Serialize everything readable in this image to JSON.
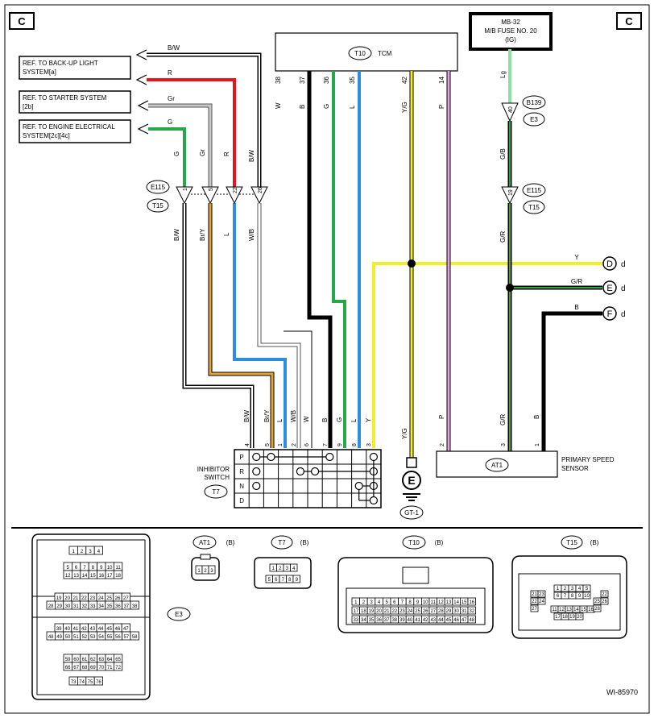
{
  "corner_label": "C",
  "fuse": {
    "line1": "MB-32",
    "line2": "M/B FUSE NO. 20",
    "line3": "(IG)"
  },
  "tcm": {
    "connector": "T10",
    "label": "TCM"
  },
  "ref_boxes": [
    {
      "line1": "REF. TO BACK-UP LIGHT",
      "line2": "SYSTEM[a]"
    },
    {
      "line1": "REF. TO STARTER SYSTEM",
      "line2": "[2b]"
    },
    {
      "line1": "REF. TO ENGINE ELECTRICAL",
      "line2": "SYSTEM[2c][4c]"
    }
  ],
  "ref_wire_colors": [
    "B/W",
    "R",
    "Gr",
    "G"
  ],
  "tcm_pins": [
    {
      "num": "38",
      "color": "W"
    },
    {
      "num": "37",
      "color": "B"
    },
    {
      "num": "36",
      "color": "G"
    },
    {
      "num": "35",
      "color": "L"
    },
    {
      "num": "42",
      "color": "Y/G"
    },
    {
      "num": "14",
      "color": "P"
    }
  ],
  "e115_left": {
    "top": "E115",
    "bottom": "T15",
    "pins": [
      "1",
      "5",
      "22",
      "26"
    ],
    "upper_colors": [
      "G",
      "Gr",
      "R",
      "B/W"
    ],
    "lower_colors": [
      "B/W",
      "Br/Y",
      "L",
      "W/B"
    ]
  },
  "b139": {
    "top": "B139",
    "bottom": "E3",
    "pin": "40",
    "color_above": "Lg",
    "color_below": "G/B"
  },
  "e115_right": {
    "top": "E115",
    "bottom": "T15",
    "pin": "19",
    "color_below": "G/R"
  },
  "offpage": [
    {
      "letter": "D",
      "suffix": "d",
      "color": "Y"
    },
    {
      "letter": "E",
      "suffix": "d",
      "color": "G/R"
    },
    {
      "letter": "F",
      "suffix": "d",
      "color": "B"
    }
  ],
  "inhibitor": {
    "name_line1": "INHIBITOR",
    "name_line2": "SWITCH",
    "connector": "T7",
    "pins": [
      "4",
      "5",
      "1",
      "2",
      "6",
      "7",
      "9",
      "8",
      "3"
    ],
    "colors": [
      "B/W",
      "Br/Y",
      "L",
      "W/B",
      "W",
      "B",
      "G",
      "L",
      "Y"
    ],
    "rows": [
      "P",
      "R",
      "N",
      "D"
    ]
  },
  "ground": {
    "symbol": "E",
    "wire": "Y/G",
    "label": "GT-1"
  },
  "speed_sensor": {
    "connector": "AT1",
    "name_line1": "PRIMARY SPEED",
    "name_line2": "SENSOR",
    "pins": [
      "2",
      "3",
      "1"
    ],
    "colors": [
      "P",
      "G/R",
      "B"
    ]
  },
  "connectors": {
    "e3": {
      "label": "E3",
      "rows": [
        [
          "1",
          "2",
          "3",
          "4"
        ],
        [
          "5",
          "6",
          "7",
          "8",
          "9",
          "10",
          "11"
        ],
        [
          "12",
          "13",
          "14",
          "15",
          "16",
          "17",
          "18"
        ],
        [
          "19",
          "20",
          "21",
          "22",
          "23",
          "24",
          "25",
          "26",
          "27"
        ],
        [
          "28",
          "29",
          "30",
          "31",
          "32",
          "33",
          "34",
          "35",
          "36",
          "37",
          "38"
        ],
        [
          "39",
          "40",
          "41",
          "42",
          "43",
          "44",
          "45",
          "46",
          "47"
        ],
        [
          "48",
          "49",
          "50",
          "51",
          "52",
          "53",
          "54",
          "55",
          "56",
          "57",
          "58"
        ],
        [
          "59",
          "60",
          "61",
          "62",
          "63",
          "64",
          "65"
        ],
        [
          "66",
          "67",
          "68",
          "69",
          "70",
          "71",
          "72"
        ],
        [
          "73",
          "74",
          "75",
          "76"
        ]
      ]
    },
    "at1": {
      "label": "AT1",
      "type": "(B)",
      "rows": [
        [
          "1",
          "2",
          "3"
        ]
      ]
    },
    "t7": {
      "label": "T7",
      "type": "(B)",
      "rows": [
        [
          "1",
          "2",
          "3",
          "4"
        ],
        [
          "5",
          "6",
          "7",
          "8",
          "9"
        ]
      ]
    },
    "t10": {
      "label": "T10",
      "type": "(B)",
      "rows": [
        [
          "1",
          "2",
          "3",
          "4",
          "5",
          "6",
          "7",
          "8",
          "9",
          "10",
          "11",
          "12",
          "13",
          "14",
          "15",
          "16"
        ],
        [
          "17",
          "18",
          "19",
          "20",
          "21",
          "22",
          "23",
          "24",
          "25",
          "26",
          "27",
          "28",
          "29",
          "30",
          "31",
          "32"
        ],
        [
          "33",
          "34",
          "35",
          "36",
          "37",
          "38",
          "39",
          "40",
          "41",
          "42",
          "43",
          "44",
          "45",
          "46",
          "47",
          "48"
        ]
      ]
    },
    "t15": {
      "label": "T15",
      "type": "(B)",
      "left_rows": [
        [
          "21",
          "23"
        ],
        [
          "22",
          "24"
        ],
        [
          "27"
        ]
      ],
      "mid_rows": [
        [
          "1",
          "2",
          "3",
          "4",
          "5"
        ],
        [
          "6",
          "7",
          "8",
          "9",
          "10"
        ],
        [
          "11",
          "12",
          "13",
          "14",
          "15",
          "16"
        ],
        [
          "17",
          "18",
          "19",
          "20"
        ]
      ],
      "right_rows": [
        [
          "22"
        ],
        [
          "25",
          "26"
        ],
        [
          "28"
        ]
      ]
    }
  },
  "figure_id": "WI-85970",
  "colors": {
    "black": "#000000",
    "red": "#e8141c",
    "green": "#2aa64a",
    "gray": "#b8b8b8",
    "blue": "#2b8fdb",
    "yellow": "#f2ef2a",
    "pink": "#e8a0e0",
    "brown": "#c88a1e",
    "lightgreen": "#8fe0a0",
    "darkgreen": "#3a7a30"
  }
}
